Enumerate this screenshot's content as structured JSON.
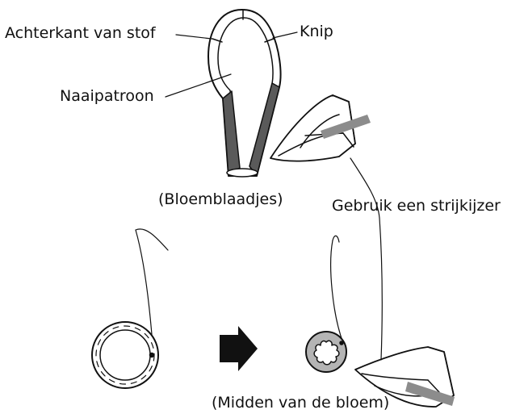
{
  "labels": {
    "fabric_back": "Achterkant van stof",
    "cut": "Knip",
    "pattern": "Naaipatroon",
    "petals": "(Bloemblaadjes)",
    "use_iron": "Gebruik een strijkijzer",
    "flower_center": "(Midden van de bloem)"
  },
  "colors": {
    "line": "#111111",
    "fabric_dark": "#5a5a5a",
    "iron_handle": "#8c8c8c",
    "center_fill": "#b4b4b4",
    "arrow": "#111111"
  },
  "icons": [
    "petal-pattern",
    "iron",
    "ring",
    "arrow-right",
    "gathered-center"
  ]
}
